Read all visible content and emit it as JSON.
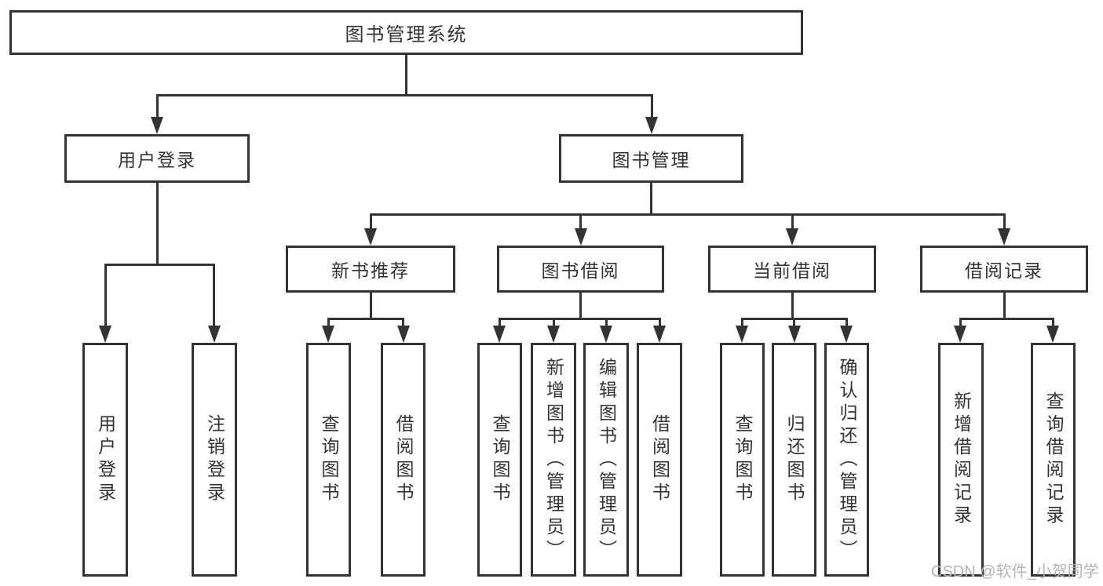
{
  "tree": {
    "root": {
      "label": "图书管理系统",
      "children": [
        {
          "label": "用户登录",
          "children": [
            {
              "label": "用户登录"
            },
            {
              "label": "注销登录"
            }
          ]
        },
        {
          "label": "图书管理",
          "children": [
            {
              "label": "新书推荐",
              "children": [
                {
                  "label": "查询图书"
                },
                {
                  "label": "借阅图书"
                }
              ]
            },
            {
              "label": "图书借阅",
              "children": [
                {
                  "label": "查询图书"
                },
                {
                  "label": "新增图书（管理员）"
                },
                {
                  "label": "编辑图书（管理员）"
                },
                {
                  "label": "借阅图书"
                }
              ]
            },
            {
              "label": "当前借阅",
              "children": [
                {
                  "label": "查询图书"
                },
                {
                  "label": "归还图书"
                },
                {
                  "label": "确认归还（管理员）"
                }
              ]
            },
            {
              "label": "借阅记录",
              "children": [
                {
                  "label": "新增借阅记录"
                },
                {
                  "label": "查询借阅记录"
                }
              ]
            }
          ]
        }
      ]
    }
  },
  "watermark": "CSDN @软件_小贺同学",
  "colors": {
    "line": "#333333",
    "text": "#333333",
    "background": "#ffffff",
    "watermark": "#b4b4b4"
  }
}
